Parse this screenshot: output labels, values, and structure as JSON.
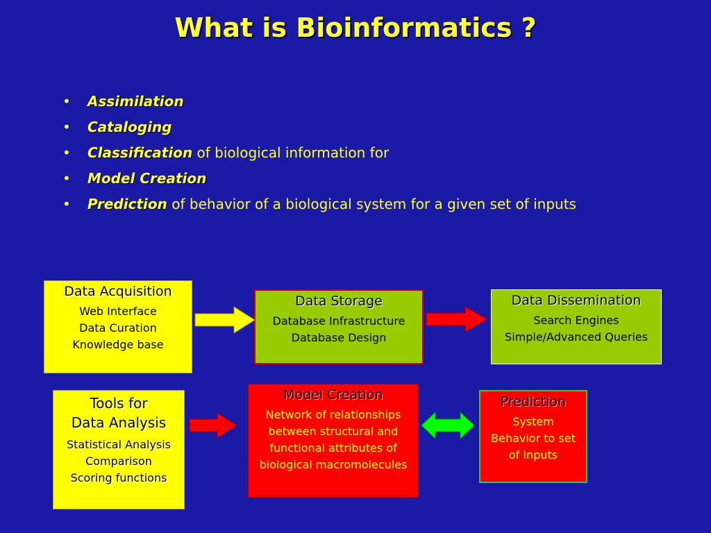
{
  "title": "What is Bioinformatics ?",
  "bullets": [
    {
      "term": "Assimilation",
      "rest": ""
    },
    {
      "term": "Cataloging",
      "rest": ""
    },
    {
      "term": "Classification",
      "rest": " of biological information for"
    },
    {
      "term": "Model Creation",
      "rest": ""
    },
    {
      "term": "Prediction",
      "rest": " of behavior of a biological system for a given set of inputs"
    }
  ],
  "bullet_char": "•",
  "boxes": {
    "acquisition": {
      "head": "Data Acquisition",
      "lines": [
        "Web Interface",
        "Data Curation",
        "Knowledge base"
      ]
    },
    "storage": {
      "head": "Data Storage",
      "lines": [
        "Database Infrastructure",
        "Database Design"
      ]
    },
    "dissemination": {
      "head": "Data Dissemination",
      "lines": [
        "Search Engines",
        "Simple/Advanced Queries"
      ]
    },
    "tools": {
      "head_lines": [
        "Tools for",
        "Data Analysis"
      ],
      "lines": [
        "Statistical Analysis",
        "Comparison",
        "Scoring functions"
      ]
    },
    "model": {
      "head": "Model Creation",
      "lines": [
        "Network of relationships",
        "between structural and",
        "functional attributes of",
        "biological macromolecules"
      ]
    },
    "prediction": {
      "head": "Prediction",
      "lines": [
        "System",
        "Behavior to set",
        "of Inputs"
      ]
    }
  },
  "colors": {
    "background": "#1a1aa6",
    "text_yellow": "#ffff33",
    "arrow_yellow": "#ffff00",
    "arrow_red": "#ff0000",
    "arrow_green": "#00ff00"
  }
}
